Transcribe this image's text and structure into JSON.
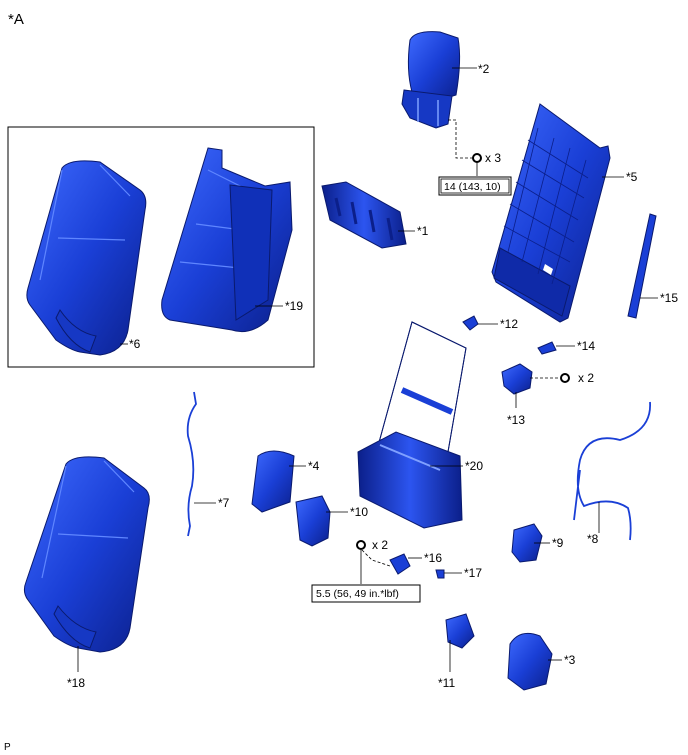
{
  "view_label": "*A",
  "page_marker": "P",
  "colors": {
    "part_fill": "#1a3fd6",
    "part_light": "#4d78ff",
    "part_dark": "#0b1f8a",
    "outline": "#000000"
  },
  "callouts": {
    "c1": "*1",
    "c2": "*2",
    "c3": "*3",
    "c4": "*4",
    "c5": "*5",
    "c6": "*6",
    "c7": "*7",
    "c8": "*8",
    "c9": "*9",
    "c10": "*10",
    "c11": "*11",
    "c12": "*12",
    "c13": "*13",
    "c14": "*14",
    "c15": "*15",
    "c16": "*16",
    "c17": "*17",
    "c18": "*18",
    "c19": "*19",
    "c20": "*20"
  },
  "quantities": {
    "headrest_bolts": "x 3",
    "bracket_bolts": "x 2",
    "lower_bolts": "x 2"
  },
  "torques": {
    "headrest": "14 (143, 10)",
    "lower": "5.5 (56, 49 in.*lbf)"
  }
}
